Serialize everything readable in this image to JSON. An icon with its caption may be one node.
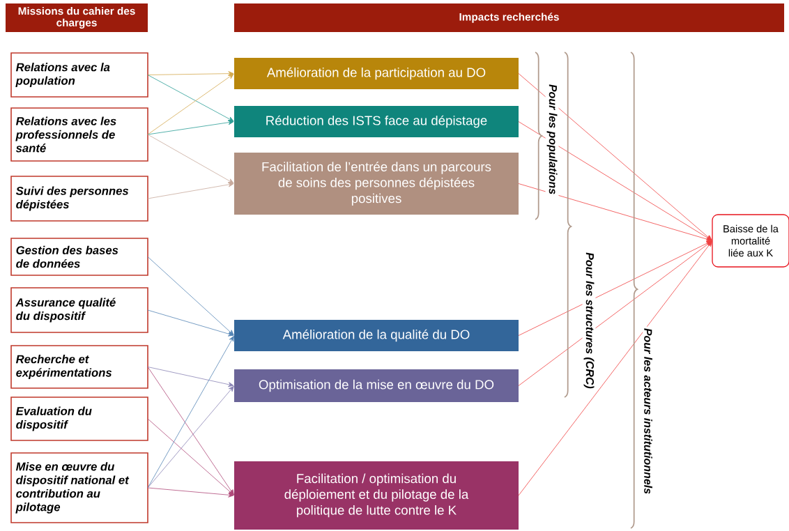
{
  "diagram": {
    "nodes": [
      {
        "text": [
          "Missions du cahier des charges"
        ]
      },
      {
        "text": [
          "Impacts recherchés"
        ]
      },
      {
        "text": [
          "Relations avec la population"
        ]
      },
      {
        "text": [
          "Relations avec les professionnels de santé"
        ]
      },
      {
        "text": [
          "Suivi des personnes dépistées"
        ]
      },
      {
        "text": [
          "Gestion des bases de données"
        ]
      },
      {
        "text": [
          "Assurance qualité du dispositif"
        ]
      },
      {
        "text": [
          "Recherche et expérimentations"
        ]
      },
      {
        "text": [
          "Evaluation du dispositif"
        ]
      },
      {
        "text": [
          "Mise en œuvre du dispositif national et contribution au pilotage"
        ]
      },
      {
        "text": [
          "Amélioration de la participation au DO"
        ]
      },
      {
        "text": [
          "Réduction des ISTS face au dépistage"
        ]
      },
      {
        "text": [
          "Facilitation de l’entrée dans un parcours de soins des personnes dépistées positives"
        ]
      },
      {
        "text": [
          "Amélioration de la qualité du DO"
        ]
      },
      {
        "text": [
          "Optimisation de la mise en œuvre du DO"
        ]
      },
      {
        "text": [
          "Facilitation / optimisation du déploiement et du pilotage de la politique de lutte contre le K"
        ]
      },
      {
        "text": [
          "Baisse de la mortalité liée aux K"
        ]
      }
    ],
    "edges": [
      {
        "from": 2,
        "to": 10,
        "arrow": "to",
        "color": "#d4aa50"
      },
      {
        "from": 2,
        "to": 11,
        "arrow": "to",
        "color": "#2a9d95"
      },
      {
        "from": 3,
        "to": 10,
        "arrow": "to",
        "color": "#d4aa50"
      },
      {
        "from": 3,
        "to": 11,
        "arrow": "to",
        "color": "#2a9d95"
      },
      {
        "from": 3,
        "to": 12,
        "arrow": "to",
        "color": "#c8aa9c"
      },
      {
        "from": 4,
        "to": 12,
        "arrow": "to",
        "color": "#c8aa9c"
      },
      {
        "from": 5,
        "to": 13,
        "arrow": "to",
        "color": "#5585b5"
      },
      {
        "from": 6,
        "to": 13,
        "arrow": "to",
        "color": "#5585b5"
      },
      {
        "from": 7,
        "to": 14,
        "arrow": "to",
        "color": "#8a84b5"
      },
      {
        "from": 7,
        "to": 15,
        "arrow": "to",
        "color": "#b04a7a"
      },
      {
        "from": 8,
        "to": 15,
        "arrow": "to",
        "color": "#b04a7a"
      },
      {
        "from": 9,
        "to": 13,
        "arrow": "to",
        "color": "#5585b5"
      },
      {
        "from": 9,
        "to": 14,
        "arrow": "to",
        "color": "#8a84b5"
      },
      {
        "from": 9,
        "to": 15,
        "arrow": "to",
        "color": "#b04a7a"
      },
      {
        "from": 10,
        "to": 16,
        "arrow": "to"
      },
      {
        "from": 11,
        "to": 16,
        "arrow": "to"
      },
      {
        "from": 12,
        "to": 16,
        "arrow": "to"
      },
      {
        "from": 13,
        "to": 16,
        "arrow": "to"
      },
      {
        "from": 14,
        "to": 16,
        "arrow": "to"
      },
      {
        "from": 15,
        "to": 16,
        "arrow": "to"
      }
    ],
    "labels": [
      "Pour les populations",
      "Pour les structures (CRC)",
      "Pour les acteurs institutionnels"
    ]
  }
}
